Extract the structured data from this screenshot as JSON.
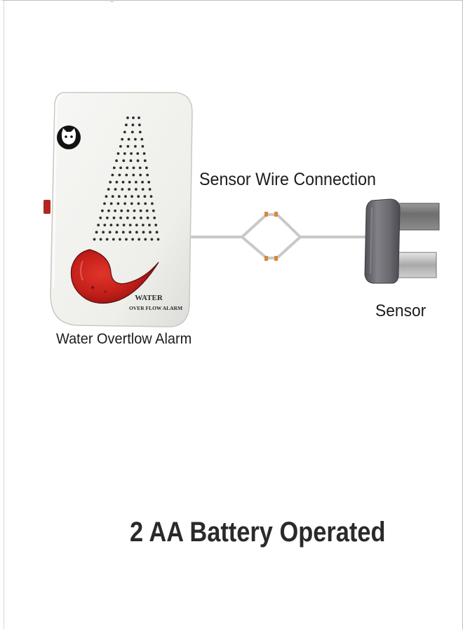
{
  "labels": {
    "sensor_wire": "Sensor Wire Connection",
    "sensor": "Sensor",
    "alarm": "Water Overtlow Alarm",
    "battery": "2 AA Battery Operated"
  },
  "device": {
    "brand_line": "WATER",
    "product_line": "OVER FLOW ALARM",
    "logo_icon": "cat-face-icon"
  },
  "colors": {
    "device_body": "#f1f1ee",
    "wire": "#c9c9c9",
    "drop_red": "#c8201c",
    "sensor_grey": "#6d6d72",
    "probe_metal": "#b0b0b0"
  }
}
